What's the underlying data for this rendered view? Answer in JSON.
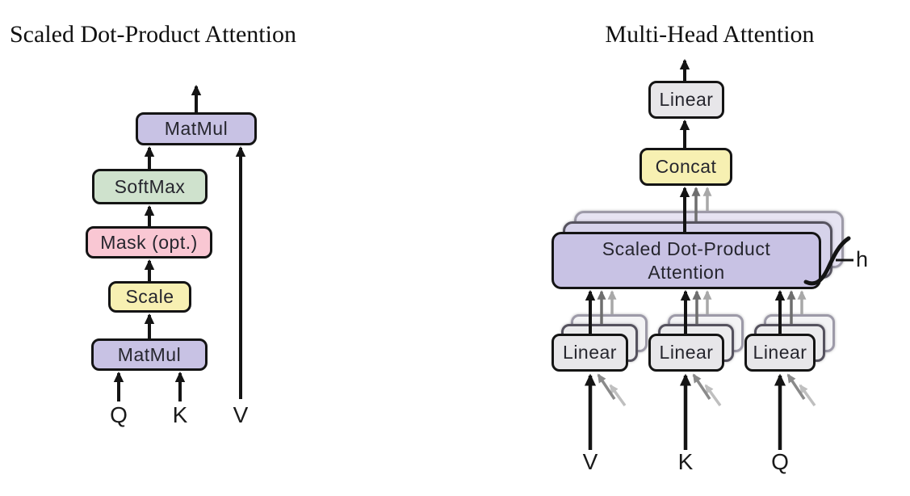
{
  "left": {
    "title": "Scaled Dot-Product Attention",
    "boxes": {
      "matmul_top": "MatMul",
      "softmax": "SoftMax",
      "mask": "Mask (opt.)",
      "scale": "Scale",
      "matmul_bottom": "MatMul"
    },
    "inputs": {
      "q": "Q",
      "k": "K",
      "v": "V"
    }
  },
  "right": {
    "title": "Multi-Head Attention",
    "boxes": {
      "linear_top": "Linear",
      "concat": "Concat",
      "sdpa_line1": "Scaled Dot-Product",
      "sdpa_line2": "Attention",
      "linear_v": "Linear",
      "linear_k": "Linear",
      "linear_q": "Linear"
    },
    "inputs": {
      "v": "V",
      "k": "K",
      "q": "Q"
    },
    "head_count_label": "h"
  },
  "colors": {
    "background": "#ffffff",
    "box_border": "#141414",
    "purple": "#c8c2e4",
    "green": "#cfe2cd",
    "pink": "#f9c7d3",
    "yellow": "#f7f0b2",
    "gray": "#e7e6e9",
    "arrow_black": "#141414",
    "arrow_gray": "#6e6e6e",
    "arrow_light_gray": "#a8a8a8",
    "arrow_ghost": "#8a8a8a",
    "arrow_ghost_light": "#bfbfbf",
    "text": "#26262e",
    "title_text": "#101010"
  }
}
